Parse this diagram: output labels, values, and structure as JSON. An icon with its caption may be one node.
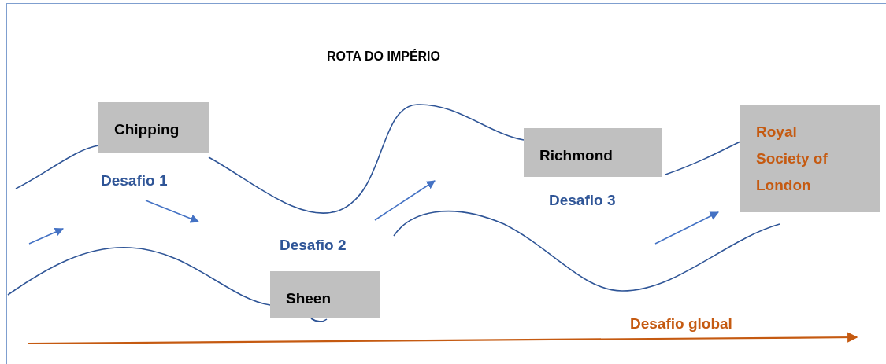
{
  "diagram": {
    "title": "ROTA DO IMPÉRIO",
    "nodes": [
      {
        "text": [
          "Chipping"
        ]
      },
      {
        "text": [
          "Sheen"
        ]
      },
      {
        "text": [
          "Richmond"
        ]
      },
      {
        "text": [
          "Royal Society of London"
        ]
      }
    ],
    "labels": [
      "Desafio 1",
      "Desafio 2",
      "Desafio 3",
      "Desafio global"
    ]
  }
}
